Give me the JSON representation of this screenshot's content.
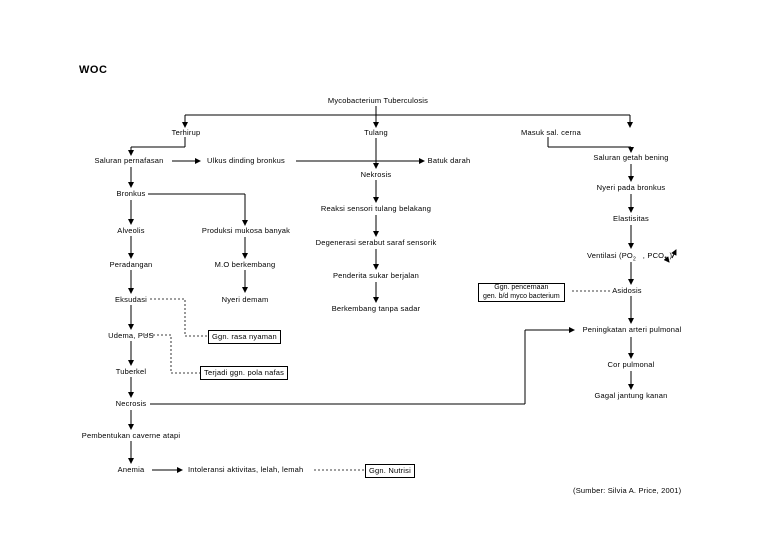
{
  "title": "WOC",
  "root": "Mycobacterium Tuberculosis",
  "branches": {
    "left": "Terhirup",
    "middle": "Tulang",
    "right": "Masuk sal. cerna"
  },
  "left_column": {
    "saluran": "Saluran pernafasan",
    "bronkus": "Bronkus",
    "alveolis": "Alveolis",
    "peradangan": "Peradangan",
    "eksudasi": "Eksudasi",
    "udema": "Udema, PUS",
    "tuberkel": "Tuberkel",
    "necrosis": "Necrosis",
    "kaverne": "Pembentukan caverne atapi",
    "anemia": "Anemia"
  },
  "second_column": {
    "ulkus": "Ulkus dinding bronkus",
    "produksi": "Produksi mukosa banyak",
    "mo": "M.O berkembang",
    "nyeri": "Nyeri demam",
    "intoleransi": "Intoleransi aktivitas, lelah, lemah"
  },
  "middle_column": {
    "batuk": "Batuk darah",
    "nekrosis": "Nekrosis",
    "reaksi": "Reaksi sensori tulang belakang",
    "degenerasi": "Degenerasi serabut saraf sensorik",
    "penderita": "Penderita sukar berjalan",
    "berkembang": "Berkembang tanpa sadar"
  },
  "right_column": {
    "saluran_getah": "Saluran getah bening",
    "nyeri_bronkus": "Nyeri pada bronkus",
    "elastisitas": "Elastisitas",
    "ventilasi": "Ventilasi (PO",
    "pco": ", PCO",
    "sub2": "2",
    "asidosis": "Asidosis",
    "peningkatan": "Peningkatan arteri pulmonal",
    "cor": "Cor pulmonal",
    "gagal": "Gagal jantung kanan"
  },
  "boxes": {
    "rasa_nyaman": "Ggn. rasa nyaman",
    "pola_nafas": "Terjadi ggn. pola nafas",
    "nutrisi": "Ggn. Nutrisi",
    "pencernaan_1": "Ggn. pencernaan",
    "pencernaan_2": "gen. b/d myco bacterium"
  },
  "source": "(Sumber: Silvia A. Price, 2001)"
}
